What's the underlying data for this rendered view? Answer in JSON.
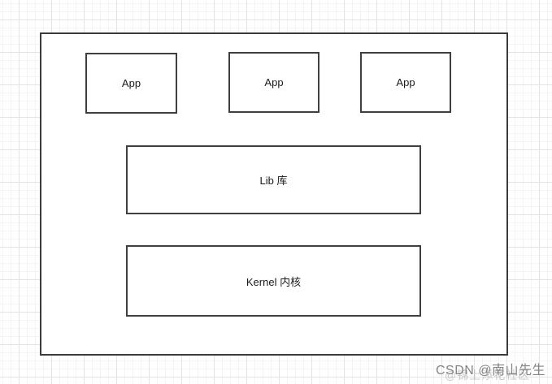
{
  "diagram": {
    "outer_container": {
      "description": "system-architecture-outer-frame"
    },
    "apps": [
      {
        "label": "App"
      },
      {
        "label": "App"
      },
      {
        "label": "App"
      }
    ],
    "lib": {
      "label": "Lib 库"
    },
    "kernel": {
      "label": "Kernel 内核"
    },
    "colors": {
      "shape_border": "#3b3b3b",
      "shape_fill": "#ffffff",
      "text": "#1a1a1a",
      "grid_minor": "#f4f4f4",
      "grid_major": "#e3e3e3",
      "page_background": "#ffffff"
    }
  },
  "watermark": {
    "primary": "CSDN @南山先生",
    "secondary": "@锦上添花社区"
  }
}
